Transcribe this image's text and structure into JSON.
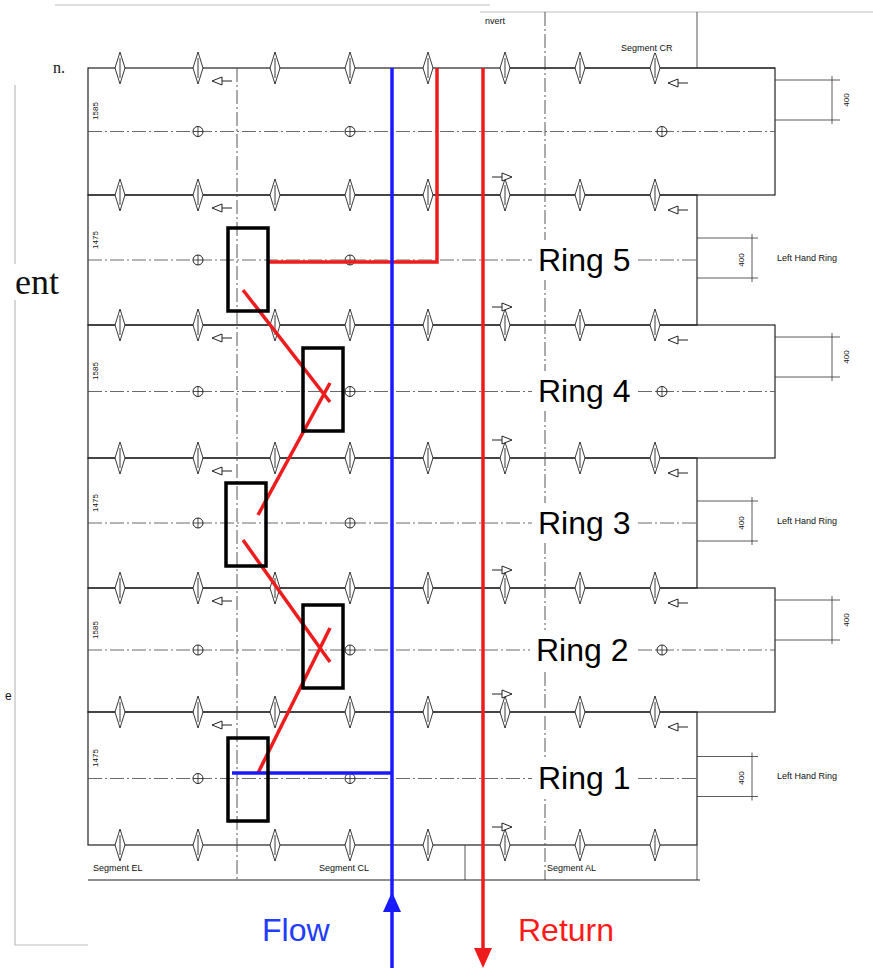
{
  "diagram": {
    "nodes": [
      {
        "text": [
          "Ring 5"
        ]
      },
      {
        "text": [
          "Ring 4"
        ]
      },
      {
        "text": [
          "Ring 3"
        ]
      },
      {
        "text": [
          "Ring 2"
        ]
      },
      {
        "text": [
          "Ring 1"
        ]
      }
    ],
    "labels": [
      "n.",
      "nvert",
      "Segment CR",
      "1585",
      "400",
      "ent",
      "1475",
      "Left Hand Ring",
      "400",
      "1585",
      "400",
      "1475",
      "Left Hand Ring",
      "400",
      "e",
      "1585",
      "400",
      "1475",
      "Left Hand Ring",
      "400",
      "Segment EL",
      "Segment CL",
      "Segment AL",
      "Flow",
      "Return"
    ]
  }
}
